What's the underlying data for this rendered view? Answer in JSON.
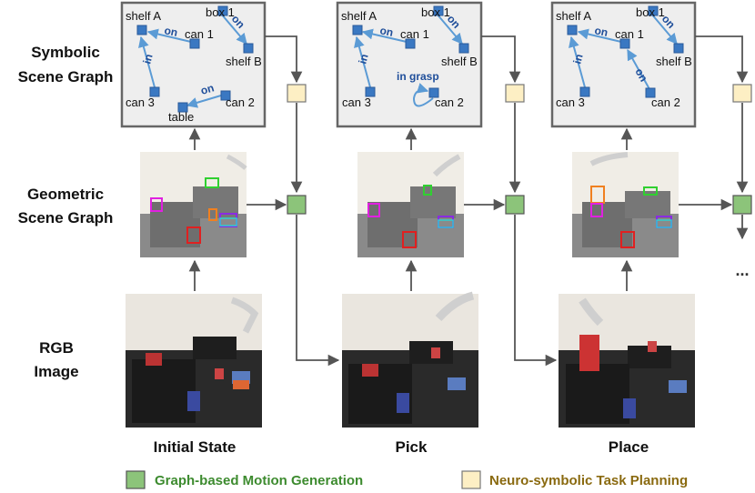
{
  "row_labels": {
    "symbolic": [
      "Symbolic",
      "Scene Graph"
    ],
    "geometric": [
      "Geometric",
      "Scene Graph"
    ],
    "rgb": [
      "RGB",
      "Image"
    ]
  },
  "columns": [
    {
      "label": "Initial State",
      "nodes": {
        "shelf_a": "shelf A",
        "box1": "box 1",
        "can1": "can 1",
        "shelf_b": "shelf B",
        "can3": "can 3",
        "can2": "can 2",
        "table": "table"
      },
      "edges": {
        "on_can1": "on",
        "on_box1": "on",
        "in_can3": "in",
        "on_can2": "on"
      }
    },
    {
      "label": "Pick",
      "nodes": {
        "shelf_a": "shelf A",
        "box1": "box 1",
        "can1": "can 1",
        "shelf_b": "shelf B",
        "can3": "can 3",
        "can2": "can 2"
      },
      "edges": {
        "on_can1": "on",
        "on_box1": "on",
        "in_can3": "in",
        "in_grasp": "in grasp"
      }
    },
    {
      "label": "Place",
      "nodes": {
        "shelf_a": "shelf A",
        "box1": "box 1",
        "can1": "can 1",
        "shelf_b": "shelf B",
        "can3": "can 3",
        "can2": "can 2"
      },
      "edges": {
        "on_can1": "on",
        "on_box1": "on",
        "in_can3": "in",
        "on_can2": "on"
      }
    }
  ],
  "ellipsis": "...",
  "legend": {
    "motion": "Graph-based Motion Generation",
    "planning": "Neuro-symbolic Task Planning"
  },
  "colors": {
    "motion_box": "#8cc47a",
    "motion_text": "#3d8b2f",
    "planning_box": "#fdefc4",
    "planning_text": "#8a6a10",
    "node": "#4a86c8",
    "edge": "#5b9bd5",
    "edge_text": "#1f4e9a"
  }
}
